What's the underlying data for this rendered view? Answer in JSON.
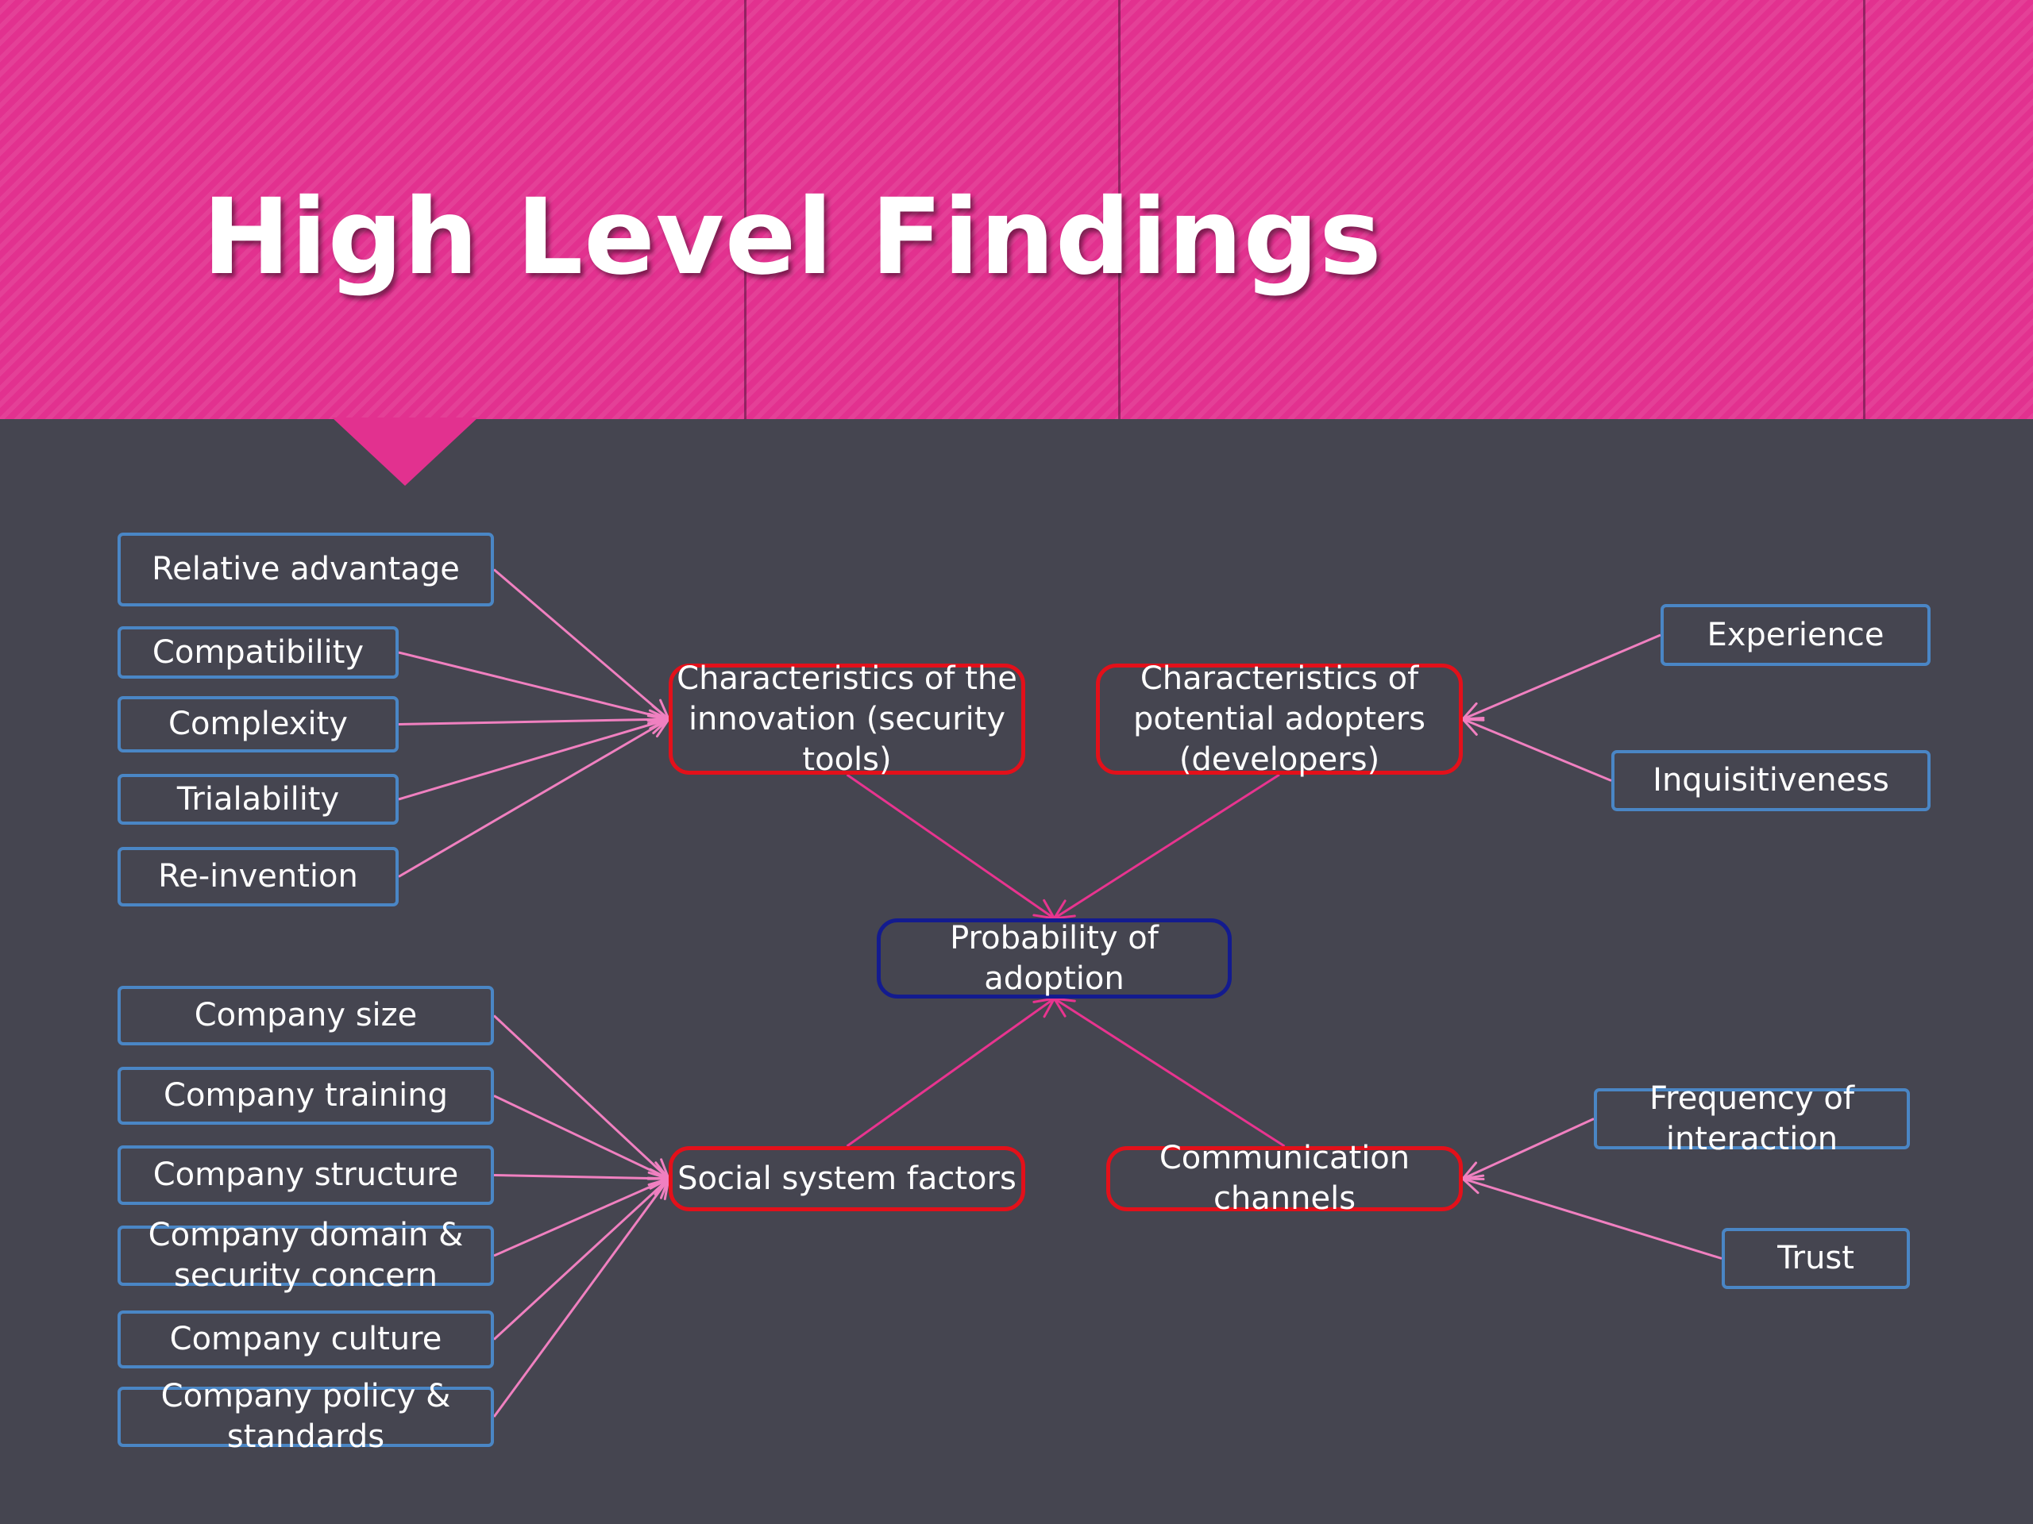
{
  "slide": {
    "title": "High Level Findings"
  },
  "colors": {
    "header": "#e2318f",
    "background": "#454550",
    "leaf_border": "#4a86c5",
    "category_border": "#e3101a",
    "center_border": "#131b8f",
    "leaf_arrow": "#f080c0",
    "center_arrow": "#e8348f"
  },
  "nodes": {
    "relative_advantage": "Relative advantage",
    "compatibility": "Compatibility",
    "complexity": "Complexity",
    "trialability": "Trialability",
    "reinvention": "Re-invention",
    "company_size": "Company size",
    "company_training": "Company training",
    "company_structure": "Company structure",
    "company_domain": "Company domain & security concern",
    "company_culture": "Company culture",
    "company_policy": "Company policy & standards",
    "experience": "Experience",
    "inquisitiveness": "Inquisitiveness",
    "frequency": "Frequency of interaction",
    "trust": "Trust",
    "char_innovation": "Characteristics of the innovation (security tools)",
    "char_adopters": "Characteristics of potential adopters (developers)",
    "social_system": "Social system factors",
    "communication": "Communication channels",
    "probability": "Probability of adoption"
  },
  "edges": [
    {
      "from": "relative_advantage",
      "to": "char_innovation"
    },
    {
      "from": "compatibility",
      "to": "char_innovation"
    },
    {
      "from": "complexity",
      "to": "char_innovation"
    },
    {
      "from": "trialability",
      "to": "char_innovation"
    },
    {
      "from": "reinvention",
      "to": "char_innovation"
    },
    {
      "from": "experience",
      "to": "char_adopters"
    },
    {
      "from": "inquisitiveness",
      "to": "char_adopters"
    },
    {
      "from": "company_size",
      "to": "social_system"
    },
    {
      "from": "company_training",
      "to": "social_system"
    },
    {
      "from": "company_structure",
      "to": "social_system"
    },
    {
      "from": "company_domain",
      "to": "social_system"
    },
    {
      "from": "company_culture",
      "to": "social_system"
    },
    {
      "from": "company_policy",
      "to": "social_system"
    },
    {
      "from": "frequency",
      "to": "communication"
    },
    {
      "from": "trust",
      "to": "communication"
    },
    {
      "from": "char_innovation",
      "to": "probability"
    },
    {
      "from": "char_adopters",
      "to": "probability"
    },
    {
      "from": "social_system",
      "to": "probability"
    },
    {
      "from": "communication",
      "to": "probability"
    }
  ]
}
